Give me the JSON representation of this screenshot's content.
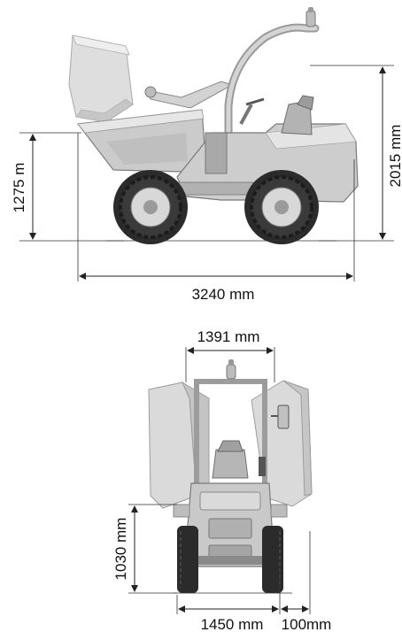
{
  "side_view": {
    "height_dump_label": "1275 m",
    "height_total_label": "2015 mm",
    "length_label": "3240 mm"
  },
  "front_view": {
    "roll_bar_width_label": "1391 mm",
    "height_label": "1030 mm",
    "track_width_label": "1450 mm",
    "offset_label": "100mm"
  },
  "colors": {
    "body": "#c9c9c9",
    "body_light": "#e3e3e3",
    "body_dark": "#8e8e8e",
    "tire": "#2a2a2a",
    "rim": "#d8d8d8",
    "ghost": "#d6d6d6",
    "line": "#222222"
  }
}
